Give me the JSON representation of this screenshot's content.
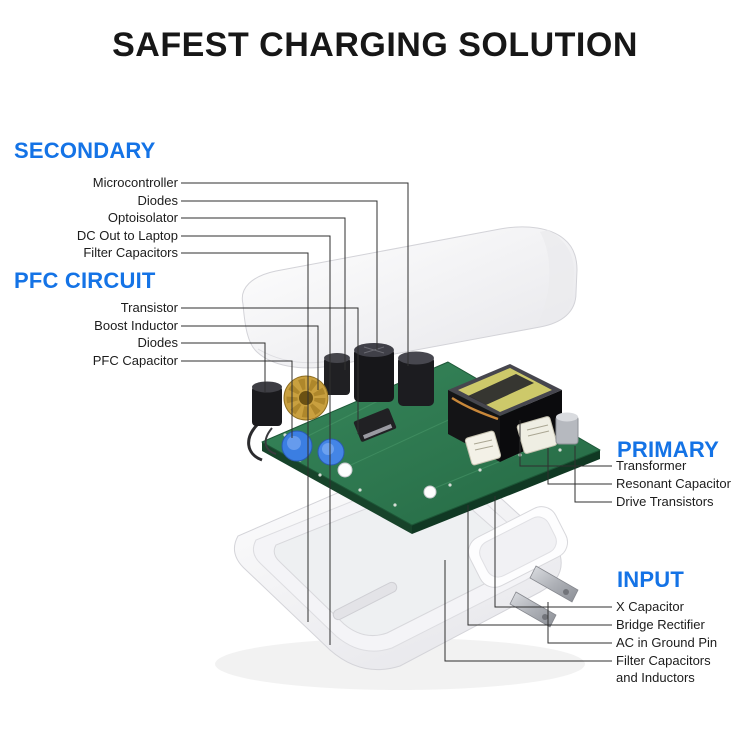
{
  "title": "SAFEST CHARGING SOLUTION",
  "sections": {
    "secondary": {
      "heading": "SECONDARY",
      "items": [
        "Microcontroller",
        "Diodes",
        "Optoisolator",
        "DC Out to Laptop",
        "Filter Capacitors"
      ]
    },
    "pfc": {
      "heading": "PFC CIRCUIT",
      "items": [
        "Transistor",
        "Boost Inductor",
        "Diodes",
        "PFC Capacitor"
      ]
    },
    "primary": {
      "heading": "PRIMARY",
      "items": [
        "Transformer",
        "Resonant Capacitor",
        "Drive Transistors"
      ]
    },
    "input": {
      "heading": "INPUT",
      "items": [
        "X Capacitor",
        "Bridge Rectifier",
        "AC in Ground Pin",
        "Filter Capacitors",
        "and Inductors"
      ]
    }
  },
  "colors": {
    "heading_blue": "#1473e6",
    "title_black": "#171717",
    "label_text": "#1c1c1c",
    "callout_line": "#2f2f2f",
    "pcb_green": "#2e7c50"
  },
  "illustration": {
    "parts": [
      "adapter-top-cover",
      "circuit-board",
      "electrolytic-capacitors",
      "toroidal-inductor",
      "pfc-blue-capacitors",
      "transformer",
      "film-capacitors",
      "resonant-capacitor",
      "adapter-bottom-case",
      "ac-plug-prongs"
    ]
  }
}
